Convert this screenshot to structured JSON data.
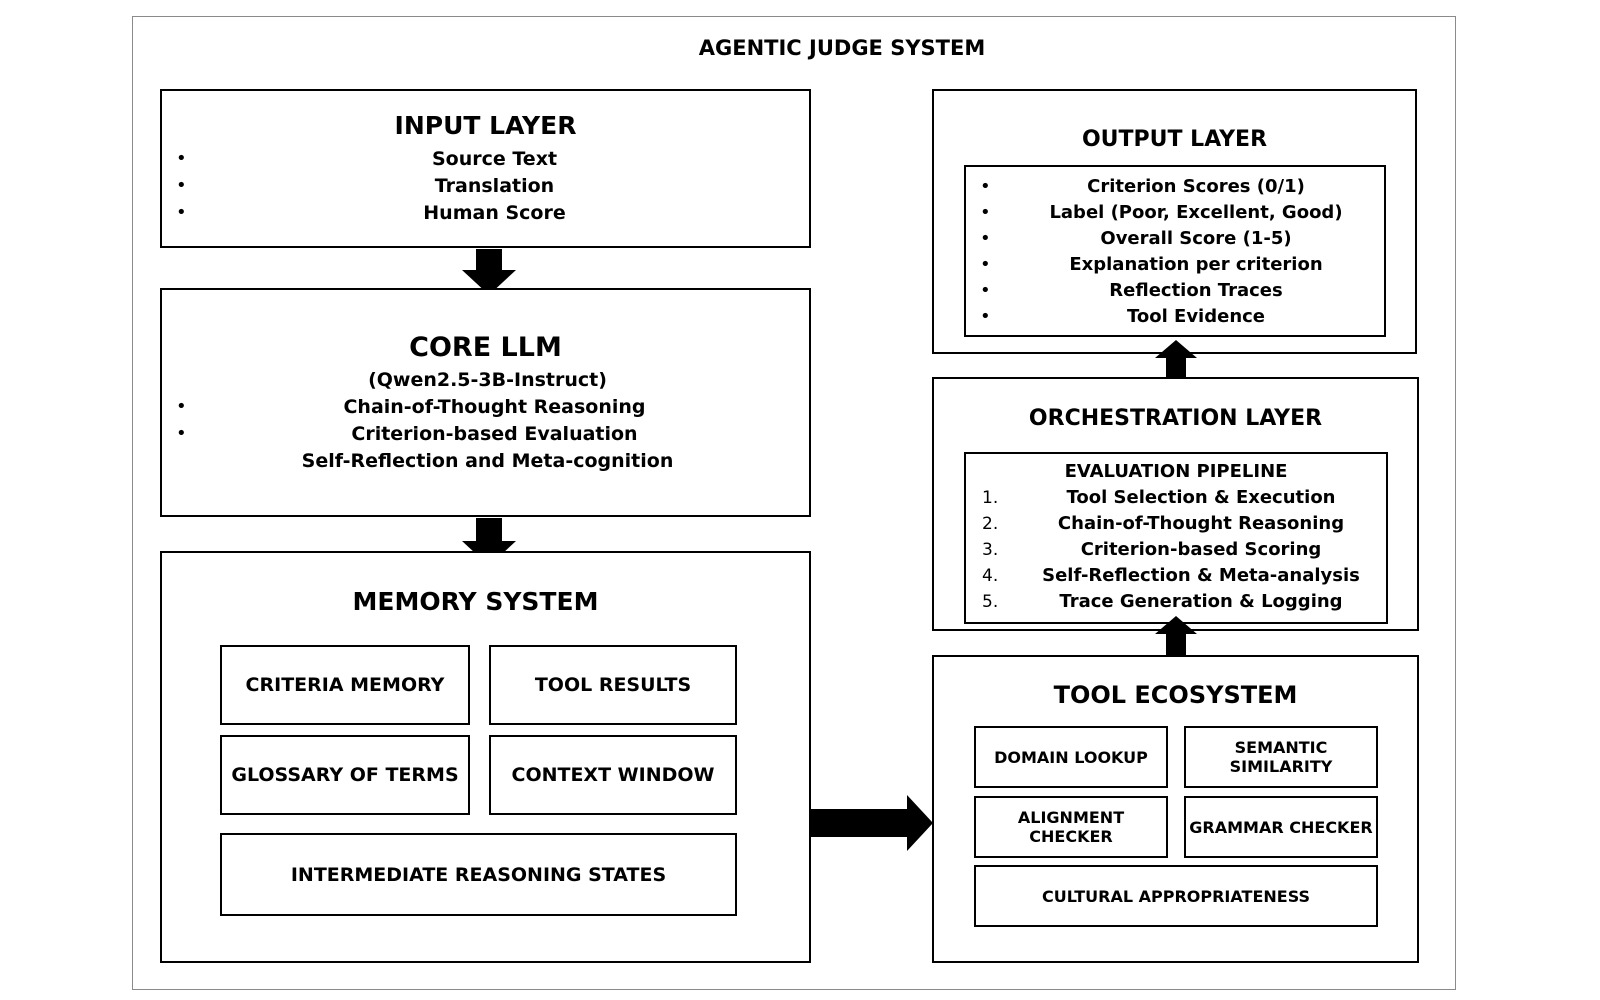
{
  "title": "AGENTIC JUDGE SYSTEM",
  "input_layer": {
    "title": "INPUT LAYER",
    "items": [
      "Source Text",
      "Translation",
      "Human Score"
    ]
  },
  "core_llm": {
    "title": "CORE LLM",
    "subtitle": "(Qwen2.5-3B-Instruct)",
    "items": [
      "Chain-of-Thought Reasoning",
      "Criterion-based Evaluation",
      "Self-Reflection and Meta-cognition"
    ]
  },
  "memory_system": {
    "title": "MEMORY SYSTEM",
    "modules": [
      "CRITERIA MEMORY",
      "TOOL RESULTS",
      "GLOSSARY OF TERMS",
      "CONTEXT WINDOW",
      "INTERMEDIATE REASONING STATES"
    ]
  },
  "output_layer": {
    "title": "OUTPUT LAYER",
    "items": [
      "Criterion Scores (0/1)",
      "Label (Poor, Excellent, Good)",
      "Overall Score (1-5)",
      "Explanation per criterion",
      "Reflection Traces",
      "Tool Evidence"
    ]
  },
  "orchestration_layer": {
    "title": "ORCHESTRATION LAYER",
    "pipeline_title": "EVALUATION PIPELINE",
    "steps": [
      {
        "num": "1.",
        "label": "Tool Selection & Execution"
      },
      {
        "num": "2.",
        "label": "Chain-of-Thought Reasoning"
      },
      {
        "num": "3.",
        "label": "Criterion-based Scoring"
      },
      {
        "num": "4.",
        "label": "Self-Reflection & Meta-analysis"
      },
      {
        "num": "5.",
        "label": "Trace Generation & Logging"
      }
    ]
  },
  "tool_ecosystem": {
    "title": "TOOL ECOSYSTEM",
    "tools": [
      "DOMAIN LOOKUP",
      "SEMANTIC SIMILARITY",
      "ALIGNMENT CHECKER",
      "GRAMMAR CHECKER",
      "CULTURAL APPROPRIATENESS"
    ]
  },
  "bullet_symbol": "•"
}
